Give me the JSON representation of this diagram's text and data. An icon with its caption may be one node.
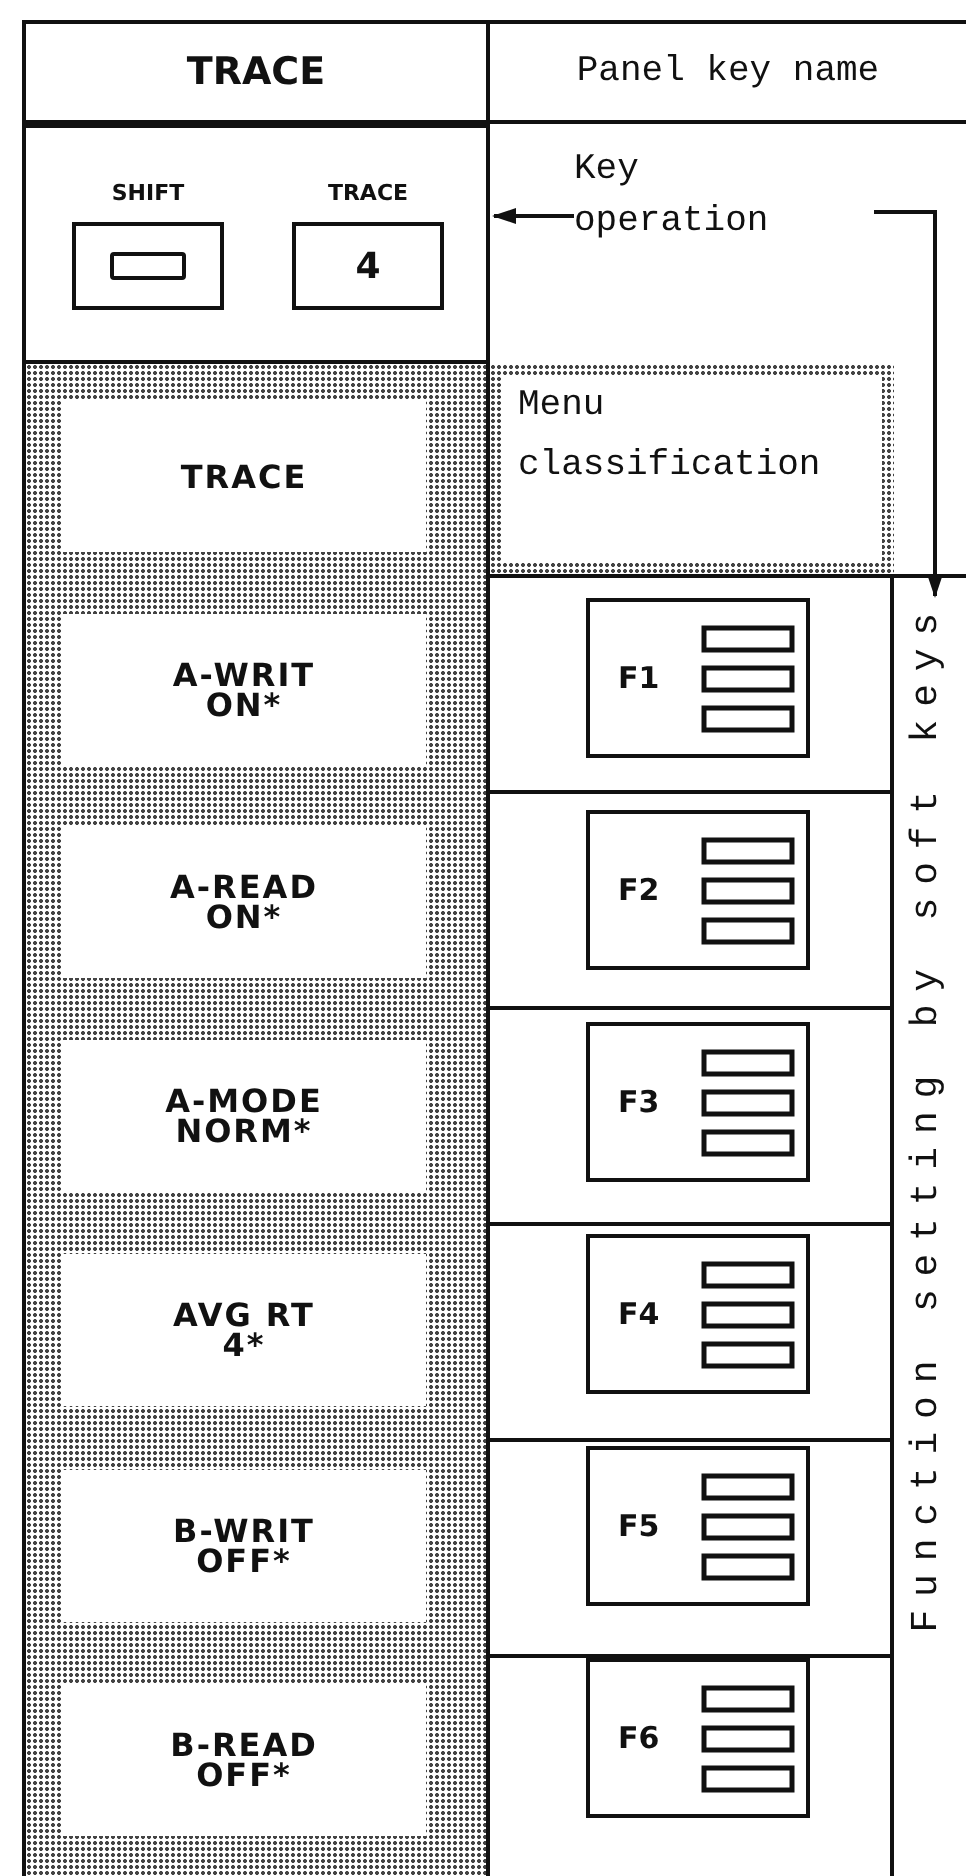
{
  "diagram": {
    "nodes": [
      {
        "text": [
          "TRACE"
        ]
      },
      {
        "text": [
          "Panel key name"
        ]
      },
      {
        "text": [],
        "shape": "box"
      },
      {
        "text": [
          "SHIFT"
        ],
        "in": 2
      },
      {
        "text": [
          "TRACE",
          "4"
        ],
        "in": 2
      },
      {
        "text": [
          "Key operation"
        ]
      },
      {
        "text": [],
        "shape": "box"
      },
      {
        "text": [
          "TRACE"
        ],
        "in": 6
      },
      {
        "text": [
          "A-WRIT ON*"
        ],
        "in": 6
      },
      {
        "text": [
          "A-READ ON*"
        ],
        "in": 6
      },
      {
        "text": [
          "A-MODE NORM*"
        ],
        "in": 6
      },
      {
        "text": [
          "AVG RT 4*"
        ],
        "in": 6
      },
      {
        "text": [
          "B-WRIT OFF*"
        ],
        "in": 6
      },
      {
        "text": [
          "B-READ OFF*"
        ],
        "in": 6
      },
      {
        "text": [
          "Menu classification"
        ]
      },
      {
        "text": [
          "F1"
        ]
      },
      {
        "text": [
          "F2"
        ]
      },
      {
        "text": [
          "F3"
        ]
      },
      {
        "text": [
          "F4"
        ]
      },
      {
        "text": [
          "F5"
        ]
      },
      {
        "text": [
          "F6"
        ]
      },
      {
        "text": [
          "Function setting by soft keys"
        ]
      }
    ],
    "edges": [
      {
        "from": 5,
        "to": 2,
        "arrow": "to"
      },
      {
        "from": 5,
        "to": 21,
        "arrow": "to"
      }
    ]
  }
}
